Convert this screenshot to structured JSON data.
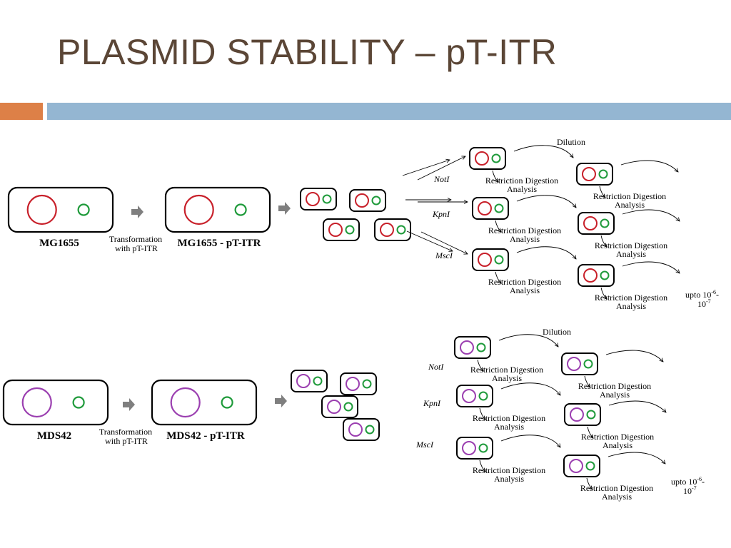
{
  "slide": {
    "title": "PLASMID STABILITY – pT-ITR"
  },
  "colors": {
    "title": "#5b4636",
    "accent_orange": "#dd8047",
    "accent_blue": "#94b6d2",
    "chromosome_mg1655": "#c8202a",
    "chromosome_mds42": "#9b3fb0",
    "plasmid": "#1e9a3a",
    "arrow_gray": "#7f7f7f"
  },
  "panel_top": {
    "strain_label": "MG1655",
    "transform_line1": "Transformation",
    "transform_line2": "with pT-ITR",
    "transformed_label": "MG1655 - pT-ITR",
    "dilution_label": "Dilution",
    "enzymes": [
      "NotI",
      "KpnI",
      "MscI"
    ],
    "rd_line1": "Restriction Digestion",
    "rd_line2": "Analysis",
    "upto_prefix": "upto 10",
    "upto_exp1": "-6",
    "upto_suffix": "-",
    "upto_line2": "10",
    "upto_exp2": "-7"
  },
  "panel_bottom": {
    "strain_label": "MDS42",
    "transform_line1": "Transformation",
    "transform_line2": "with pT-ITR",
    "transformed_label": "MDS42 - pT-ITR",
    "dilution_label": "Dilution",
    "enzymes": [
      "NotI",
      "KpnI",
      "MscI"
    ],
    "rd_line1": "Restriction Digestion",
    "rd_line2": "Analysis",
    "upto_prefix": "upto 10",
    "upto_exp1": "-6",
    "upto_suffix": "-",
    "upto_line2": "10",
    "upto_exp2": "-7"
  }
}
